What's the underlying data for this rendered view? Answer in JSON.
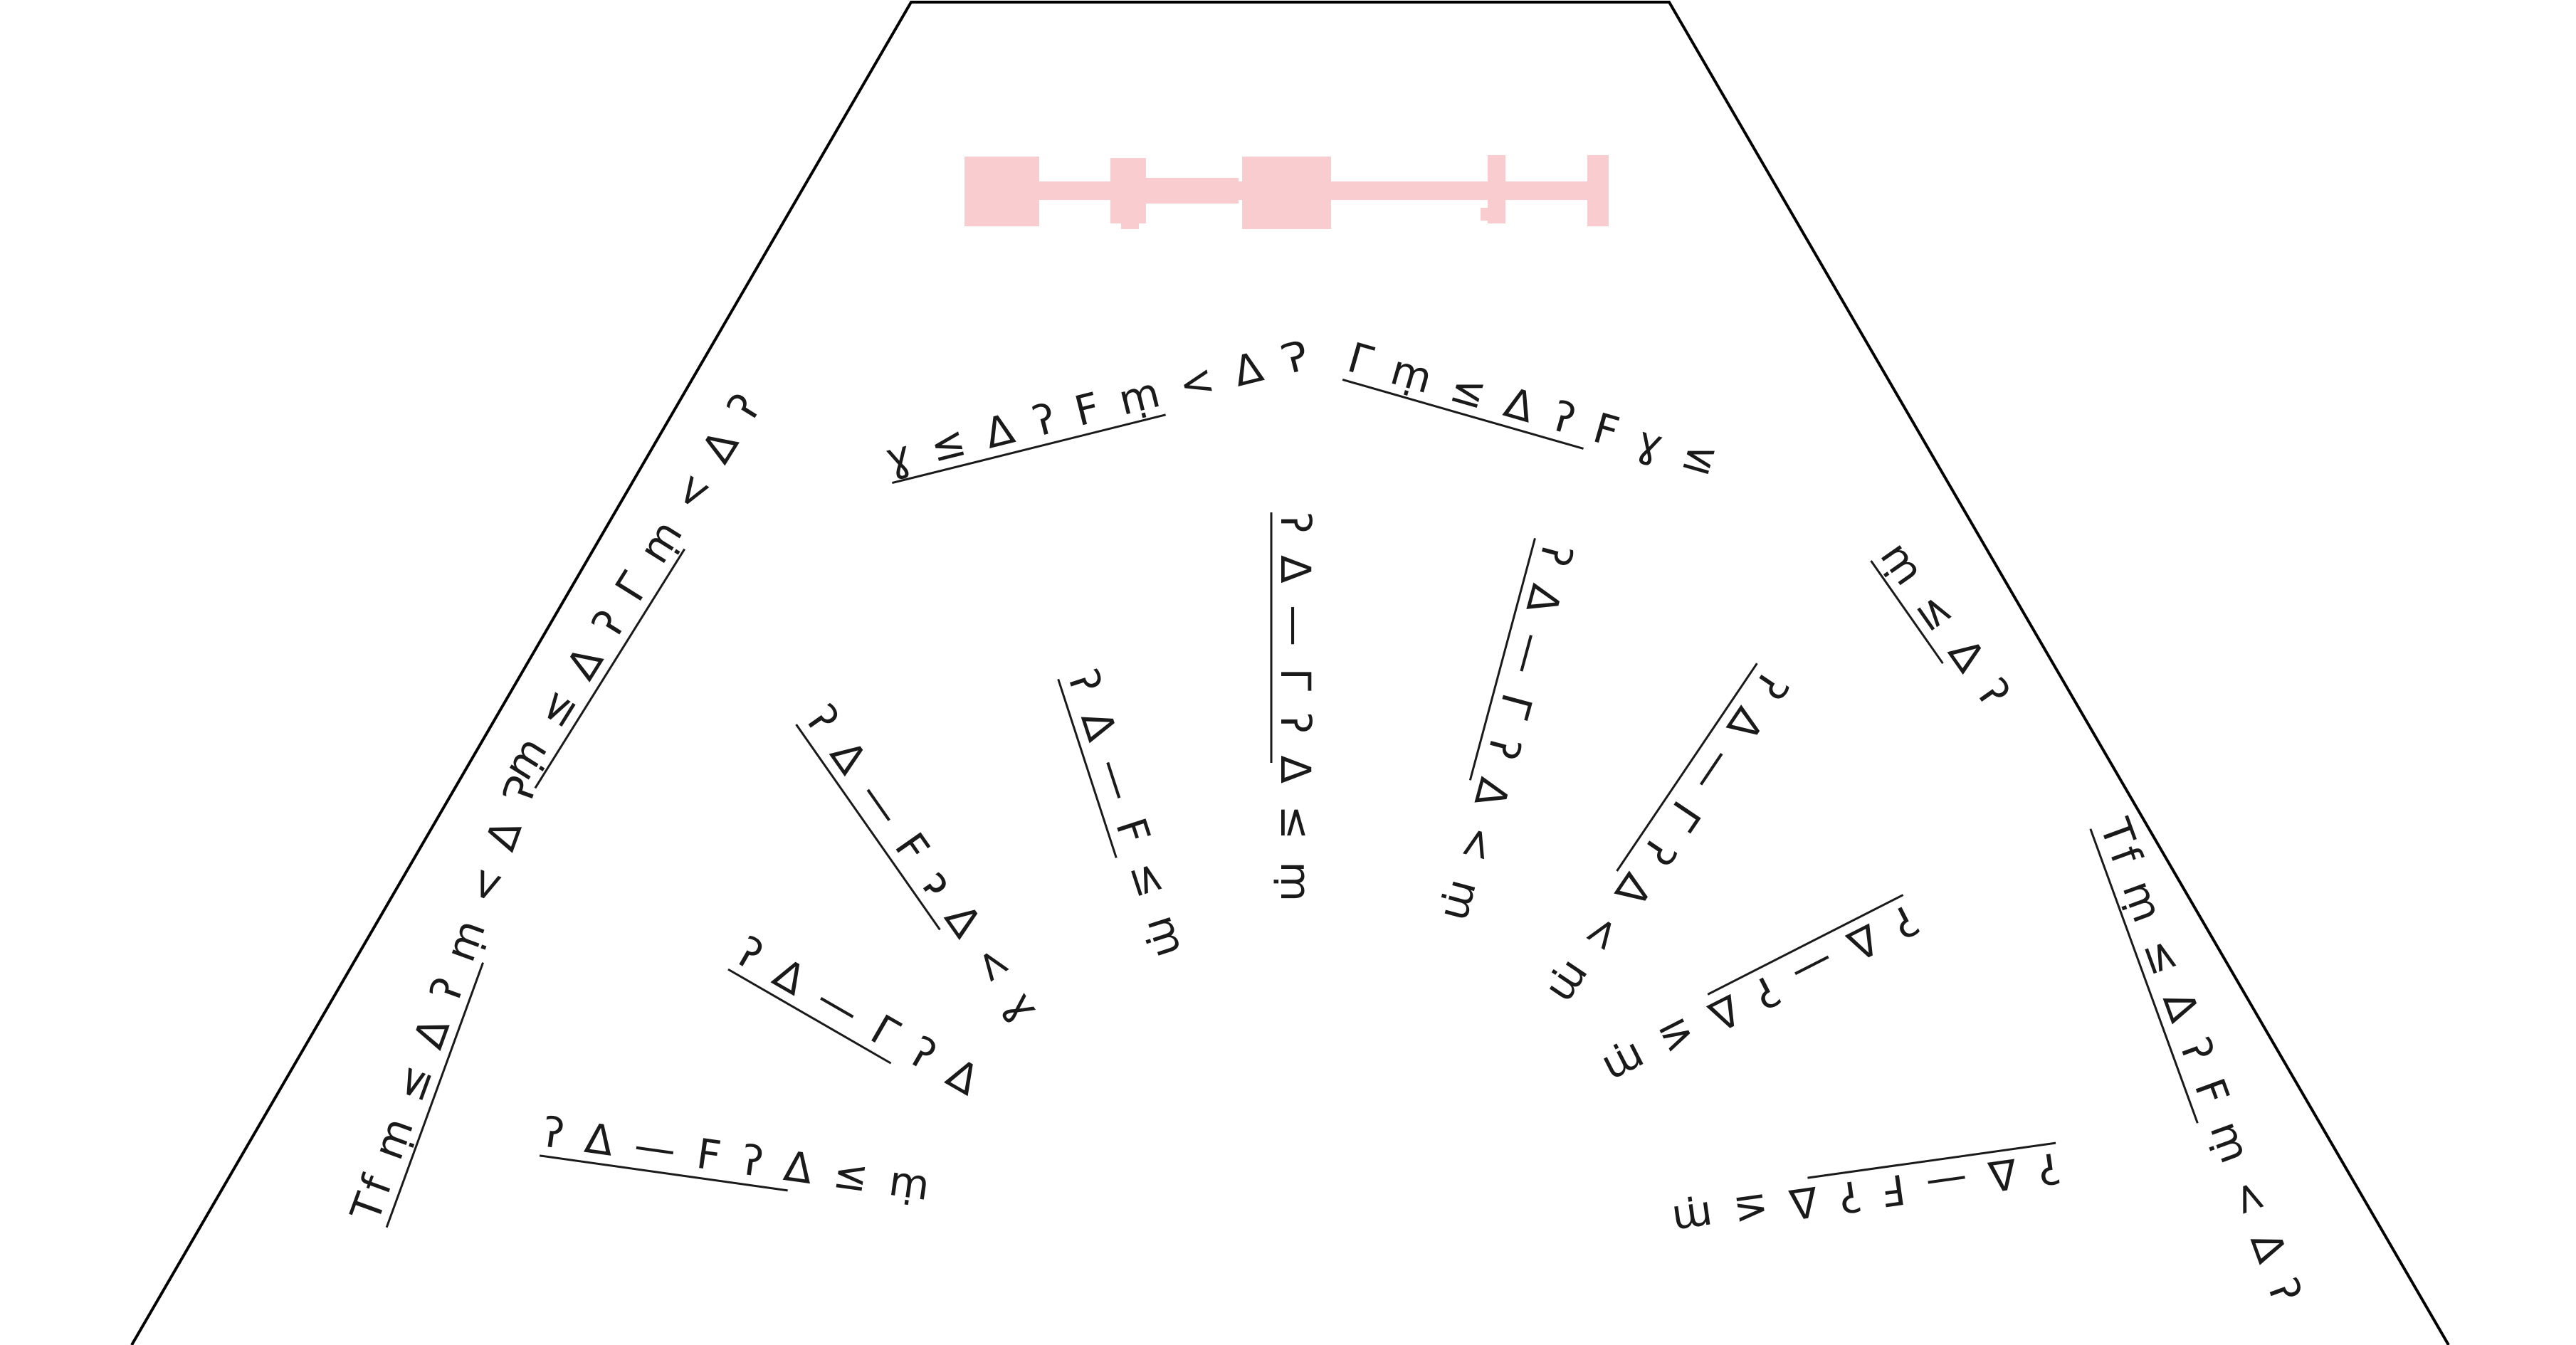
{
  "colors": {
    "background": "#ffffff",
    "outline": "#000000",
    "ink": "#1a1a1a",
    "pink_bar": "#f9cdd0"
  },
  "diagram": {
    "shape": "trapezoid",
    "header_shape": "pink-bar-with-blocks",
    "outer_arc": [
      {
        "id": "outer-1",
        "glyphs": [
          "Tf",
          "ṃ",
          "≤",
          "Δ",
          "ʔ",
          "ṃ",
          "<",
          "Δ",
          "Ɂ"
        ]
      },
      {
        "id": "outer-2",
        "glyphs": [
          "ṃ",
          "≤",
          "Δ",
          "ʔ",
          "Γ",
          "ṃ",
          "<",
          "Δ",
          "ʔ"
        ]
      },
      {
        "id": "outer-3",
        "glyphs": [
          "ɣ",
          "≤",
          "Δ",
          "ʔ",
          "Ϝ",
          "ṃ",
          "<",
          "Δ",
          "Ɂ"
        ]
      },
      {
        "id": "outer-4",
        "glyphs": [
          "Γ",
          "ṃ",
          "≤",
          "Δ",
          "ʔ",
          "Ϝ",
          "ɣ",
          "≤"
        ]
      },
      {
        "id": "outer-5",
        "glyphs": [
          "ṃ",
          "≤",
          "Δ",
          "ʔ"
        ]
      },
      {
        "id": "outer-6",
        "glyphs": [
          "Tf",
          "ṃ",
          "≤",
          "Δ",
          "ʔ",
          "Ϝ",
          "ṃ",
          "<",
          "Δ",
          "ʔ"
        ]
      }
    ],
    "inner_spokes": [
      {
        "id": "spoke-1",
        "glyphs": [
          "ʔ",
          "Δ",
          "—",
          "Γ",
          "ʔ",
          "Δ"
        ]
      },
      {
        "id": "spoke-2",
        "glyphs": [
          "ʔ",
          "Δ",
          "—",
          "Ϝ",
          "ɂ",
          "Δ",
          "<",
          "ɣ"
        ]
      },
      {
        "id": "spoke-3",
        "glyphs": [
          "ʔ",
          "Δ",
          "—",
          "Ϝ",
          "≤",
          "ṃ"
        ]
      },
      {
        "id": "spoke-4",
        "glyphs": [
          "ʔ",
          "Δ",
          "—",
          "Γ",
          "ʔ",
          "Δ",
          "≤",
          "ṃ"
        ]
      },
      {
        "id": "spoke-5",
        "glyphs": [
          "ʔ",
          "Δ",
          "—",
          "Γ",
          "ʔ",
          "Δ",
          "<",
          "ṃ"
        ]
      },
      {
        "id": "spoke-6",
        "glyphs": [
          "ʔ",
          "Δ",
          "—",
          "Γ",
          "ʔ",
          "Δ",
          "<",
          "ṃ"
        ]
      },
      {
        "id": "spoke-7",
        "glyphs": [
          "ʔ",
          "Δ",
          "—",
          "ʔ",
          "Δ",
          "≤",
          "ṃ"
        ]
      },
      {
        "id": "spoke-8",
        "glyphs": [
          "ʔ",
          "Δ",
          "—",
          "Ϝ",
          "ʔ",
          "Δ",
          "≤",
          "ṃ"
        ]
      },
      {
        "id": "spoke-9",
        "glyphs": [
          "ʔ",
          "Δ",
          "—",
          "Ϝ",
          "ʔ",
          "Δ",
          "≤",
          "ṃ"
        ]
      }
    ]
  }
}
